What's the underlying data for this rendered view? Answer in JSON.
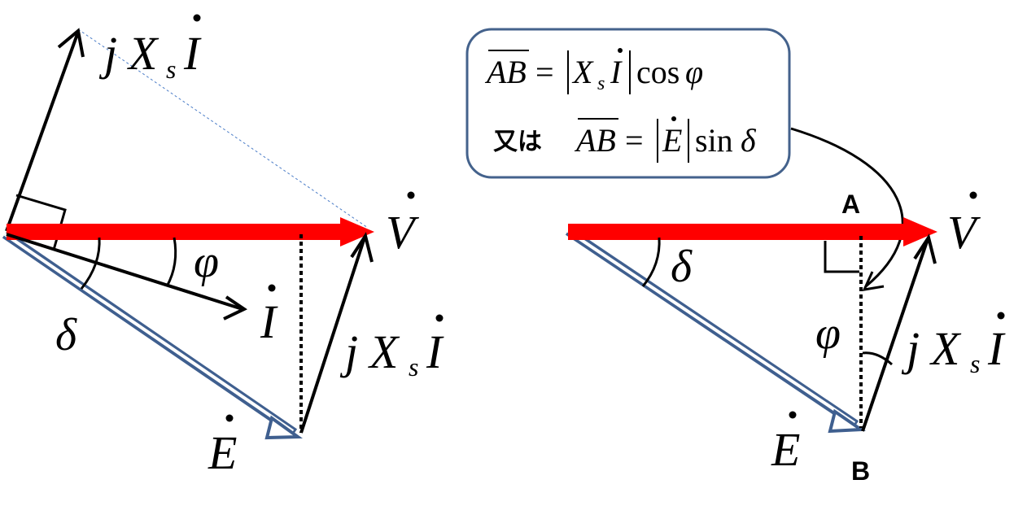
{
  "left_diagram": {
    "V": "V",
    "I": "I",
    "E": "E",
    "jXsI_top": {
      "j": "j",
      "X": "X",
      "s": "s",
      "I": "I"
    },
    "jXsI_right": {
      "j": "j",
      "X": "X",
      "s": "s",
      "I": "I"
    },
    "phi": "φ",
    "delta": "δ"
  },
  "right_diagram": {
    "V": "V",
    "E": "E",
    "jXsI": {
      "j": "j",
      "X": "X",
      "s": "s",
      "I": "I"
    },
    "phi": "φ",
    "delta": "δ",
    "point_a": "A",
    "point_b": "B"
  },
  "callout": {
    "line1": {
      "ab": "AB",
      "eq": "=",
      "X": "X",
      "s": "s",
      "I": "I",
      "cos": "cos",
      "phi": "φ"
    },
    "line2": {
      "prefix": "又は",
      "ab": "AB",
      "eq": "=",
      "E": "E",
      "sin": "sin",
      "delta": "δ"
    }
  },
  "colors": {
    "v_arrow": "#ff0000",
    "e_arrow": "#3f5f8f",
    "callout_border": "#44628c",
    "dotted_guide": "#4a7cc7"
  }
}
